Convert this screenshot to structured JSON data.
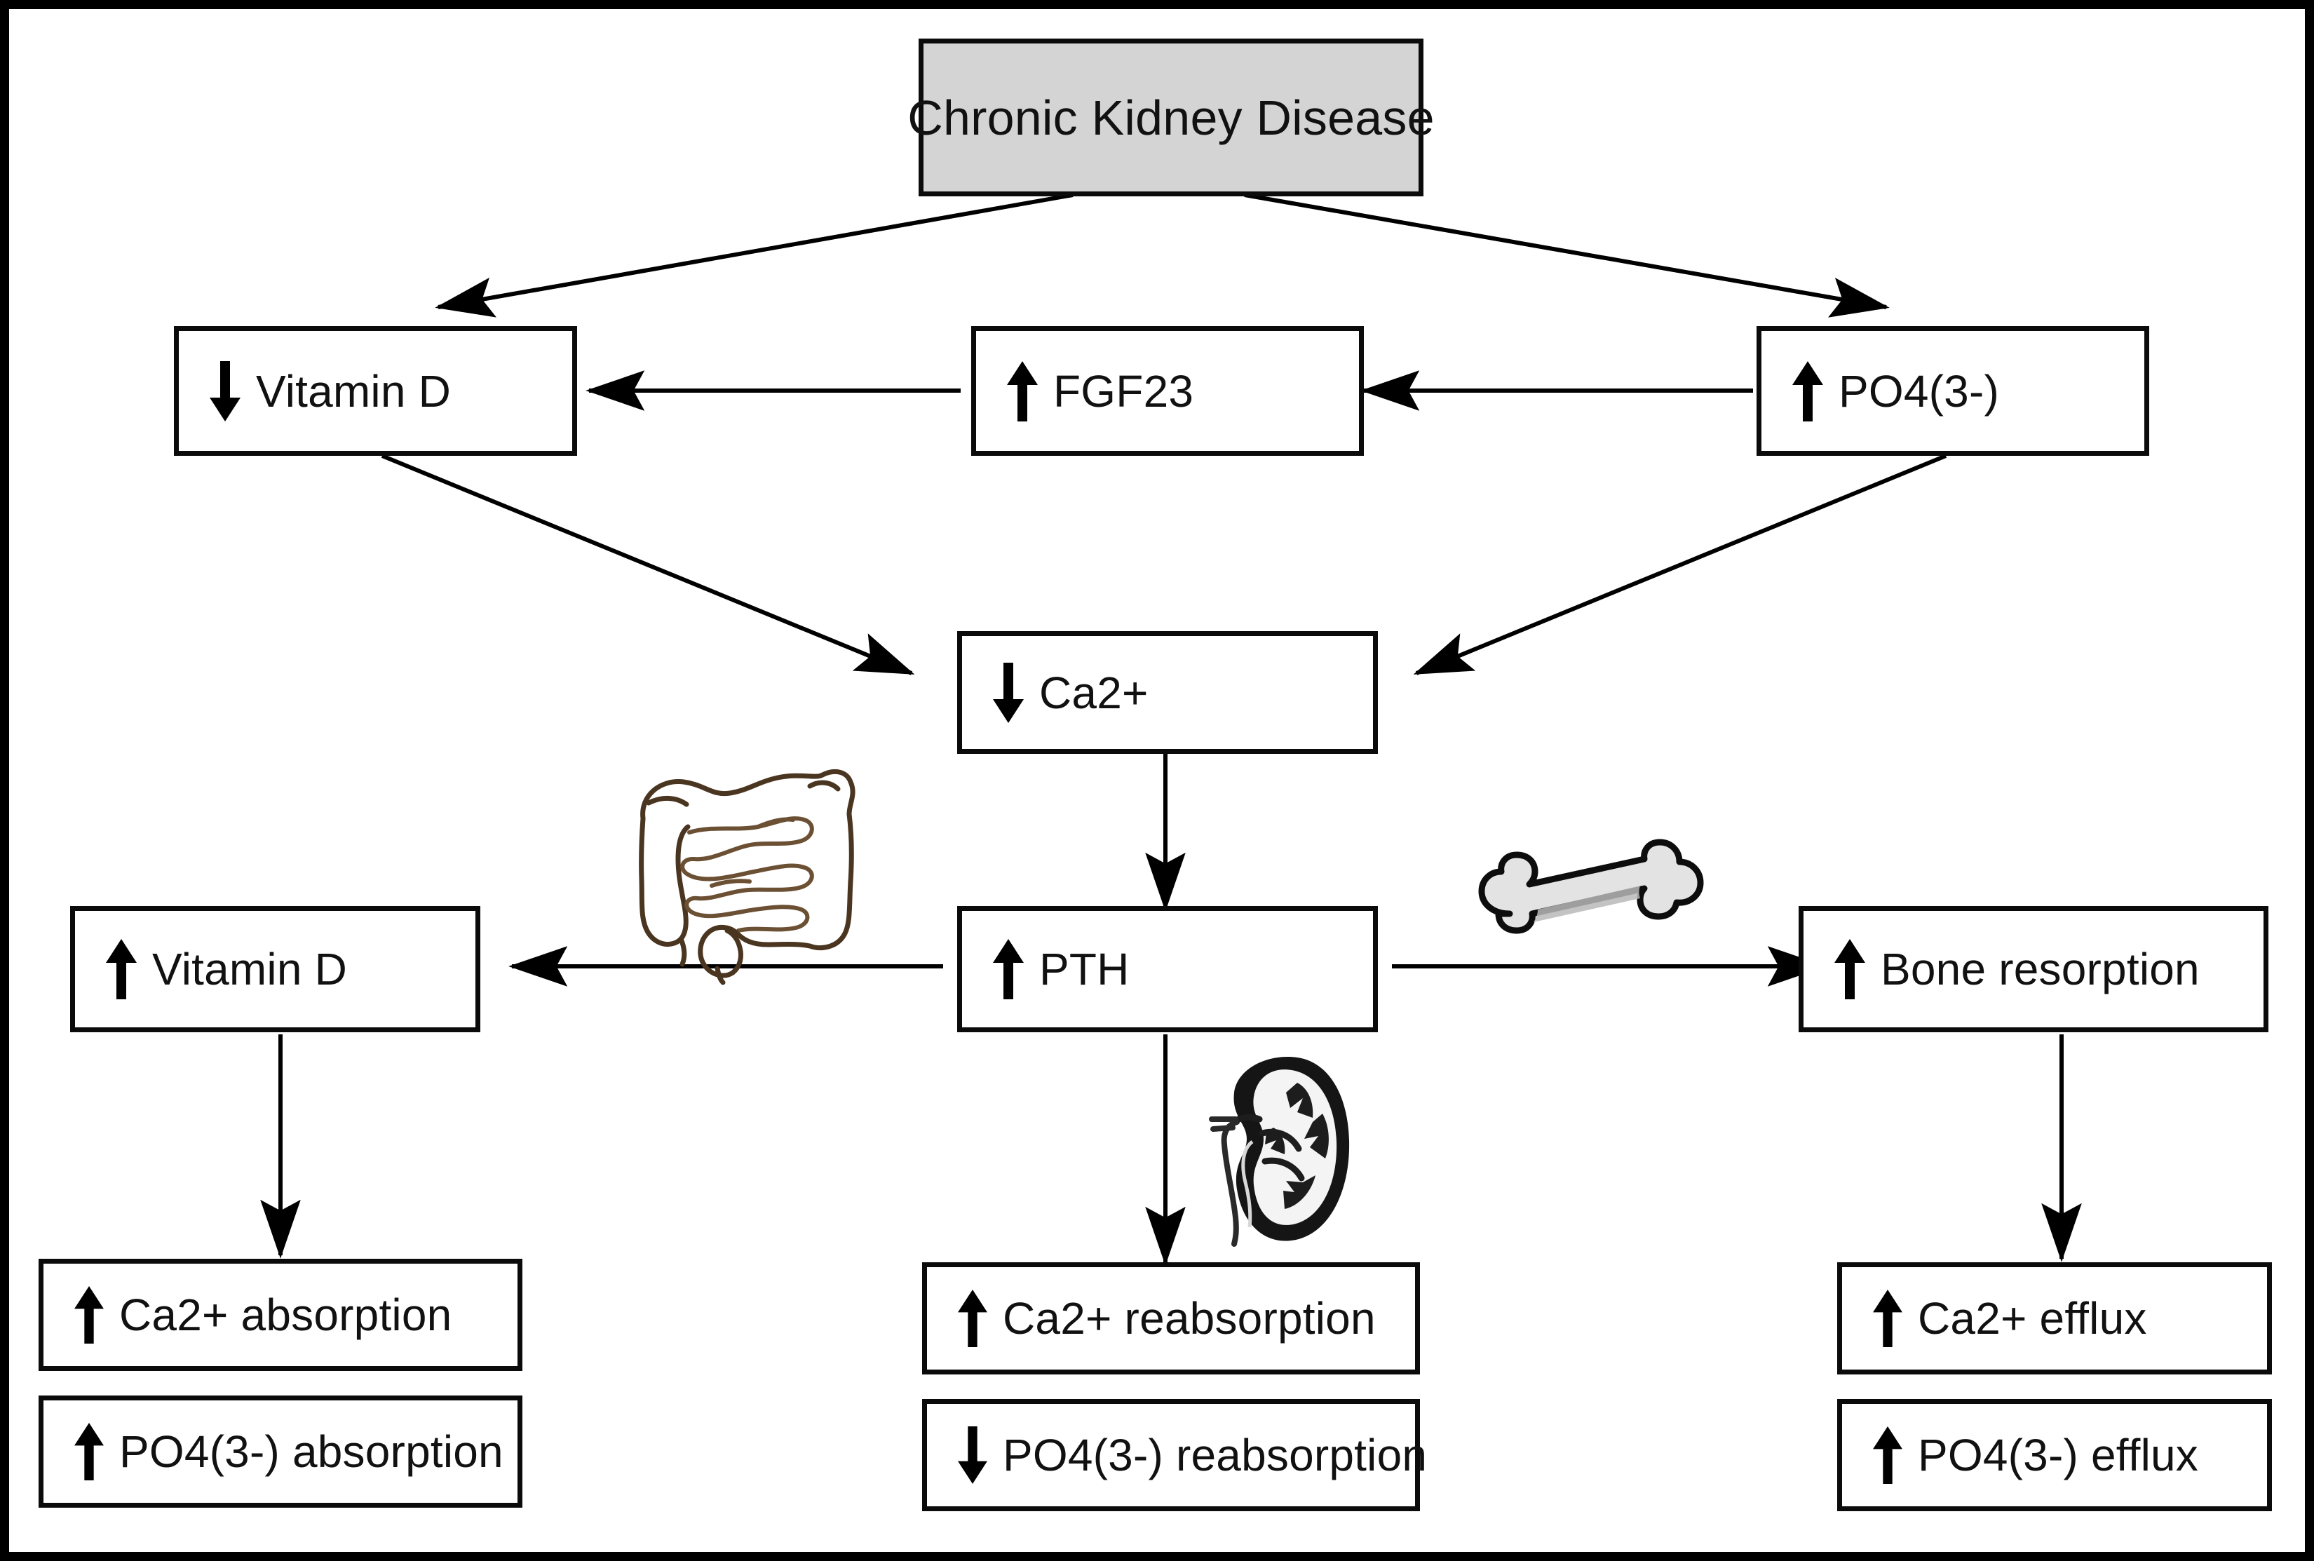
{
  "diagram": {
    "title": "Chronic Kidney Disease mineral and bone disorder pathway",
    "frame_color": "#000000",
    "root_fill": "#d4d4d4"
  },
  "nodes": {
    "ckd": {
      "label": "Chronic Kidney Disease",
      "trend": "none"
    },
    "vitd_low": {
      "label": "Vitamin D",
      "trend": "down"
    },
    "fgf23": {
      "label": "FGF23",
      "trend": "up"
    },
    "po4_high": {
      "label": "PO4(3-)",
      "trend": "up"
    },
    "ca_low": {
      "label": "Ca2+",
      "trend": "down"
    },
    "vitd_high": {
      "label": "Vitamin D",
      "trend": "up"
    },
    "pth": {
      "label": "PTH",
      "trend": "up"
    },
    "bone_resorp": {
      "label": "Bone resorption",
      "trend": "up"
    },
    "ca_absorp": {
      "label": "Ca2+ absorption",
      "trend": "up"
    },
    "po4_absorp": {
      "label": "PO4(3-) absorption",
      "trend": "up"
    },
    "ca_reabsorp": {
      "label": "Ca2+ reabsorption",
      "trend": "up"
    },
    "po4_reabsorp": {
      "label": "PO4(3-) reabsorption",
      "trend": "down"
    },
    "ca_efflux": {
      "label": "Ca2+ efflux",
      "trend": "up"
    },
    "po4_efflux": {
      "label": "PO4(3-) efflux",
      "trend": "up"
    }
  },
  "organs": {
    "intestine": {
      "name": "intestine-illustration",
      "outline_color": "#4a3520"
    },
    "bone": {
      "name": "bone-illustration",
      "fill_color": "#e3e3e3",
      "outline_color": "#111111"
    },
    "kidney": {
      "name": "kidney-illustration",
      "fill_color": "#1a1a1a"
    }
  },
  "edges": [
    {
      "from": "ckd",
      "to": "vitd_low",
      "kind": "diagonal"
    },
    {
      "from": "ckd",
      "to": "po4_high",
      "kind": "diagonal"
    },
    {
      "from": "po4_high",
      "to": "fgf23",
      "kind": "horizontal"
    },
    {
      "from": "fgf23",
      "to": "vitd_low",
      "kind": "horizontal"
    },
    {
      "from": "vitd_low",
      "to": "ca_low",
      "kind": "diagonal"
    },
    {
      "from": "po4_high",
      "to": "ca_low",
      "kind": "diagonal"
    },
    {
      "from": "ca_low",
      "to": "pth",
      "kind": "vertical"
    },
    {
      "from": "pth",
      "to": "vitd_high",
      "kind": "horizontal"
    },
    {
      "from": "pth",
      "to": "bone_resorp",
      "kind": "horizontal"
    },
    {
      "from": "vitd_high",
      "to": "ca_absorp",
      "kind": "vertical"
    },
    {
      "from": "pth",
      "to": "ca_reabsorp",
      "kind": "vertical"
    },
    {
      "from": "bone_resorp",
      "to": "ca_efflux",
      "kind": "vertical"
    }
  ]
}
